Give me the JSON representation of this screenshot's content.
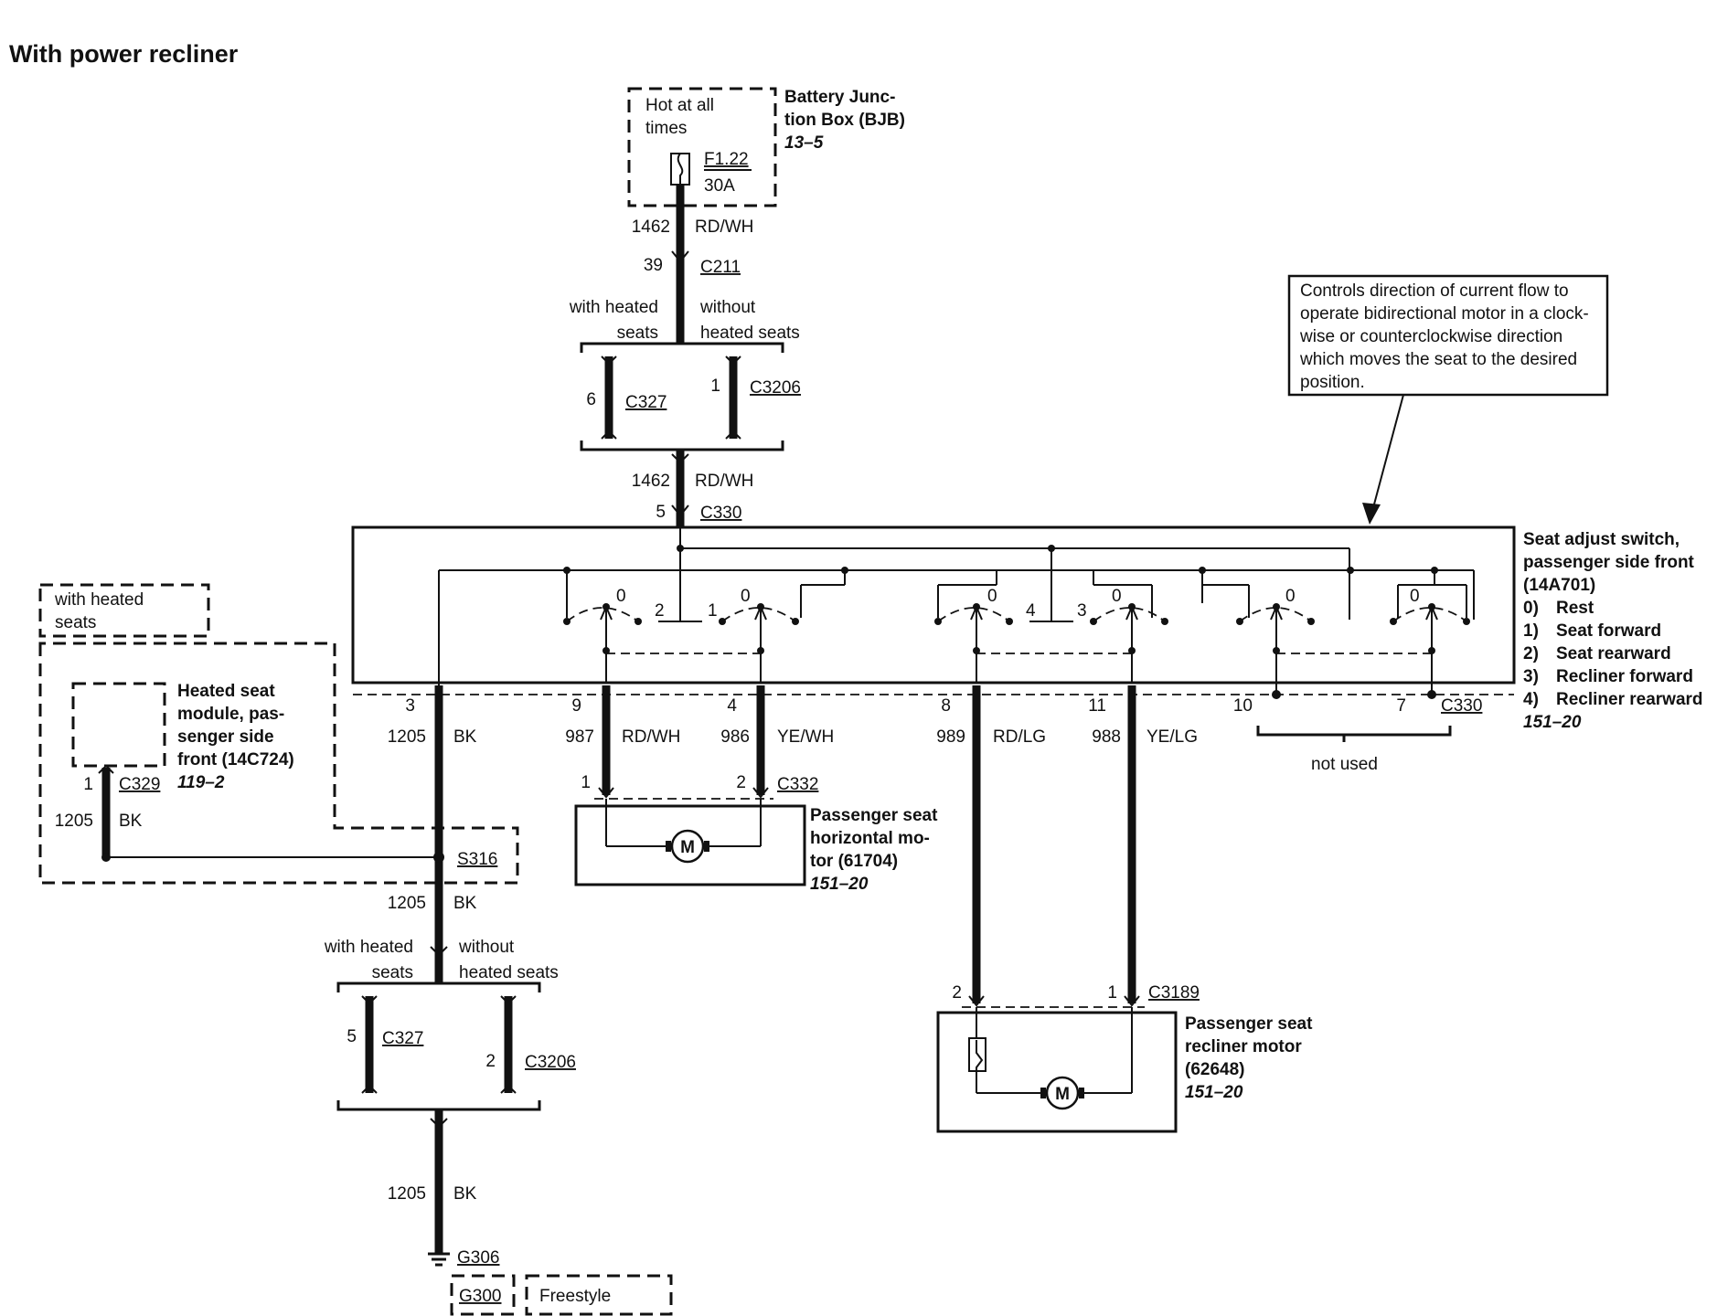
{
  "title": "With power recliner",
  "bjb": {
    "hot": [
      "Hot at all",
      "times"
    ],
    "fuse": "F1.22",
    "amps": "30A",
    "name": [
      "Battery Junc-",
      "tion Box (BJB)"
    ],
    "ref": "13–5"
  },
  "feed": {
    "circuit": "1462",
    "color": "RD/WH",
    "pin_c211": "39",
    "c211": "C211",
    "with_heated": [
      "with heated",
      "seats"
    ],
    "without_heated": [
      "without",
      "heated seats"
    ],
    "pin_c327": "6",
    "c327": "C327",
    "pin_c3206": "1",
    "c3206": "C3206",
    "circuit2": "1462",
    "color2": "RD/WH",
    "pin_c330": "5",
    "c330": "C330"
  },
  "note": [
    "Controls direction of current flow to",
    "operate bidirectional motor in a clock-",
    "wise or counterclockwise direction",
    "which moves the seat to the desired",
    "position."
  ],
  "switch": {
    "name": [
      "Seat adjust switch,",
      "passenger side front",
      "(14A701)"
    ],
    "legend": [
      {
        "n": "0)",
        "label": "Rest"
      },
      {
        "n": "1)",
        "label": "Seat forward"
      },
      {
        "n": "2)",
        "label": "Seat rearward"
      },
      {
        "n": "3)",
        "label": "Recliner forward"
      },
      {
        "n": "4)",
        "label": "Recliner rearward"
      }
    ],
    "ref": "151–20",
    "positions": [
      "0",
      "2",
      "1",
      "0",
      "0",
      "4",
      "3",
      "0",
      "0",
      "0"
    ]
  },
  "outputs": {
    "p3": "3",
    "p9": "9",
    "p4": "4",
    "p8": "8",
    "p11": "11",
    "p10": "10",
    "p7": "7",
    "c330": "C330",
    "not_used": "not used",
    "c1205": "1205",
    "bk": "BK",
    "c987": "987",
    "rdwh": "RD/WH",
    "c986": "986",
    "yewh": "YE/WH",
    "c989": "989",
    "rdlg": "RD/LG",
    "c988": "988",
    "yelg": "YE/LG"
  },
  "horiz_motor": {
    "pin1": "1",
    "pin2": "2",
    "conn": "C332",
    "name": [
      "Passenger seat",
      "horizontal mo-",
      "tor (61704)"
    ],
    "ref": "151–20",
    "m": "M"
  },
  "recliner_motor": {
    "pin2": "2",
    "pin1": "1",
    "conn": "C3189",
    "name": [
      "Passenger seat",
      "recliner motor",
      "(62648)"
    ],
    "ref": "151–20",
    "m": "M"
  },
  "heated": {
    "label": [
      "with heated",
      "seats"
    ],
    "module": [
      "Heated seat",
      "module, pas-",
      "senger side",
      "front (14C724)"
    ],
    "ref": "119–2",
    "pin": "1",
    "conn": "C329",
    "circuit": "1205",
    "color": "BK",
    "splice": "S316"
  },
  "ground": {
    "circuit": "1205",
    "color": "BK",
    "with_heated": [
      "with heated",
      "seats"
    ],
    "without_heated": [
      "without",
      "heated seats"
    ],
    "pin_c327": "5",
    "c327": "C327",
    "pin_c3206": "2",
    "c3206": "C3206",
    "circuit2": "1205",
    "color2": "BK",
    "g306": "G306",
    "g300": "G300",
    "freestyle": "Freestyle"
  }
}
